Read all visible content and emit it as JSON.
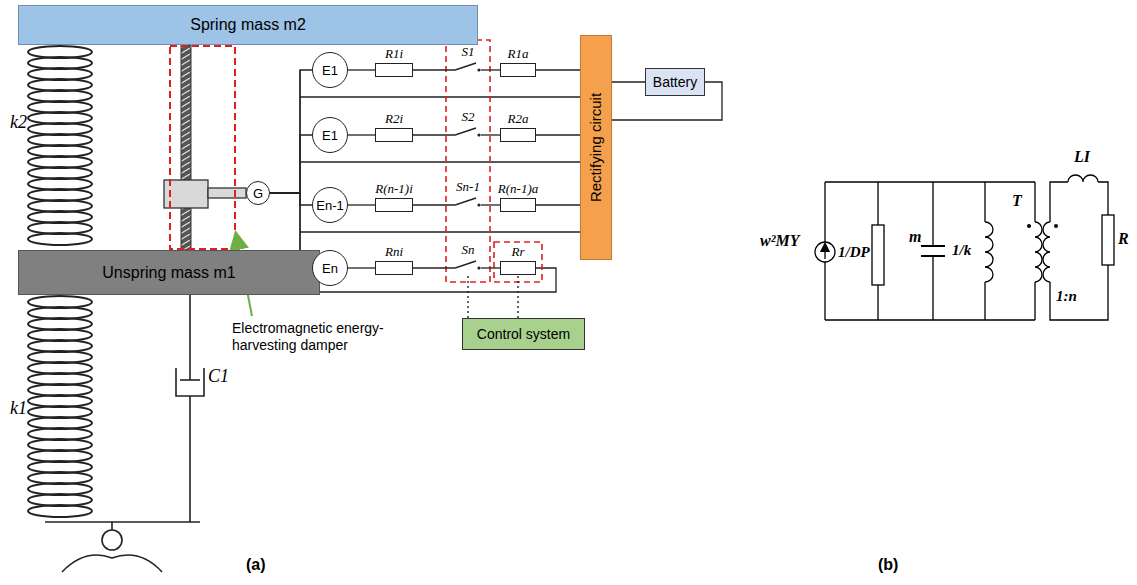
{
  "diagram": {
    "nodes": [
      {
        "text": [
          "Spring mass m2"
        ]
      },
      {
        "text": [
          "Unspring mass m1"
        ]
      },
      {
        "text": [
          "G"
        ]
      },
      {
        "text": [
          "E1"
        ]
      },
      {
        "text": [
          "R1i"
        ]
      },
      {
        "text": [
          "S1"
        ]
      },
      {
        "text": [
          "R1a"
        ]
      },
      {
        "text": [
          "E1"
        ]
      },
      {
        "text": [
          "R2i"
        ]
      },
      {
        "text": [
          "S2"
        ]
      },
      {
        "text": [
          "R2a"
        ]
      },
      {
        "text": [
          "En-1"
        ]
      },
      {
        "text": [
          "R(n-1)i"
        ]
      },
      {
        "text": [
          "Sn-1"
        ]
      },
      {
        "text": [
          "R(n-1)a"
        ]
      },
      {
        "text": [
          "En"
        ]
      },
      {
        "text": [
          "Rni"
        ]
      },
      {
        "text": [
          "Sn"
        ]
      },
      {
        "text": [
          "Rr"
        ]
      },
      {
        "text": [
          "Rectifying circuit"
        ]
      },
      {
        "text": [
          "Battery"
        ]
      },
      {
        "text": [
          "Control system"
        ]
      }
    ],
    "edges": [
      {
        "from": 3,
        "to": 4,
        "arrow": "none"
      },
      {
        "from": 4,
        "to": 5,
        "arrow": "none"
      },
      {
        "from": 5,
        "to": 6,
        "arrow": "none"
      },
      {
        "from": 6,
        "to": 19,
        "arrow": "none"
      },
      {
        "from": 7,
        "to": 8,
        "arrow": "none"
      },
      {
        "from": 8,
        "to": 9,
        "arrow": "none"
      },
      {
        "from": 9,
        "to": 10,
        "arrow": "none"
      },
      {
        "from": 10,
        "to": 19,
        "arrow": "none"
      },
      {
        "from": 11,
        "to": 12,
        "arrow": "none"
      },
      {
        "from": 12,
        "to": 13,
        "arrow": "none"
      },
      {
        "from": 13,
        "to": 14,
        "arrow": "none"
      },
      {
        "from": 14,
        "to": 19,
        "arrow": "none"
      },
      {
        "from": 15,
        "to": 16,
        "arrow": "none"
      },
      {
        "from": 16,
        "to": 17,
        "arrow": "none"
      },
      {
        "from": 17,
        "to": 18,
        "arrow": "none"
      },
      {
        "from": 2,
        "to": 3,
        "arrow": "none"
      },
      {
        "from": 2,
        "to": 7,
        "arrow": "none"
      },
      {
        "from": 2,
        "to": 11,
        "arrow": "none"
      },
      {
        "from": 2,
        "to": 15,
        "arrow": "none"
      },
      {
        "from": 19,
        "to": 20,
        "arrow": "none"
      },
      {
        "from": 21,
        "to": 17,
        "arrow": "none"
      },
      {
        "from": 21,
        "to": 18,
        "arrow": "none"
      }
    ],
    "labels": [
      "k2",
      "k1",
      "C1",
      "Electromagnetic energy-harvesting damper",
      "(a)",
      "(b)",
      "w²MY",
      "1/DP",
      "m",
      "1/k",
      "T",
      "LI",
      "R",
      "1:n"
    ]
  }
}
